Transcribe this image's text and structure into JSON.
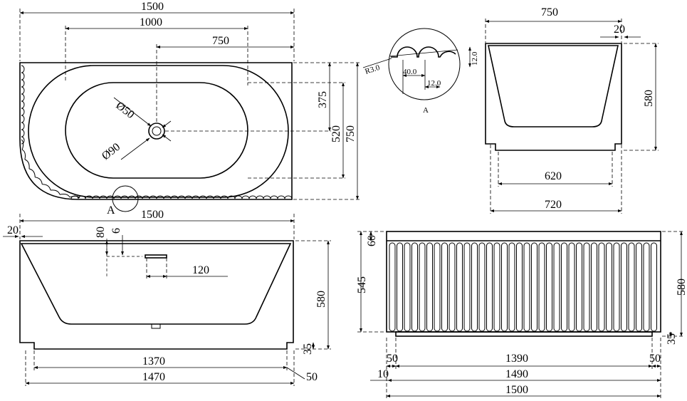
{
  "top_view": {
    "overall_length": "1500",
    "basin_length": "1000",
    "drain_offset": "750",
    "half_width": "375",
    "basin_width": "520",
    "overall_width": "750",
    "drain_diameter": "Ø50",
    "overflow_diameter": "Ø90",
    "detail_marker": "A"
  },
  "detail_a": {
    "radius": "R3.0",
    "flute_pitch": "40.0",
    "flute_depth": "12.0",
    "flute_width": "12.0",
    "label": "A"
  },
  "end_view": {
    "top_width": "750",
    "rim": "20",
    "height": "580",
    "inner_base": "620",
    "base": "720"
  },
  "front_view": {
    "overall_length": "1500",
    "rim": "20",
    "overflow_height": "80",
    "overflow_gap": "6",
    "overflow_width": "120",
    "height": "580",
    "plinth": "35",
    "inner_base": "1370",
    "base": "1470",
    "inset": "50"
  },
  "back_view": {
    "top_band": "60",
    "panel_height": "545",
    "height": "580",
    "plinth": "35",
    "left_end": "50",
    "right_end": "50",
    "fluted_length": "1390",
    "side_offset": "10",
    "body_length": "1490",
    "overall_length": "1500"
  }
}
